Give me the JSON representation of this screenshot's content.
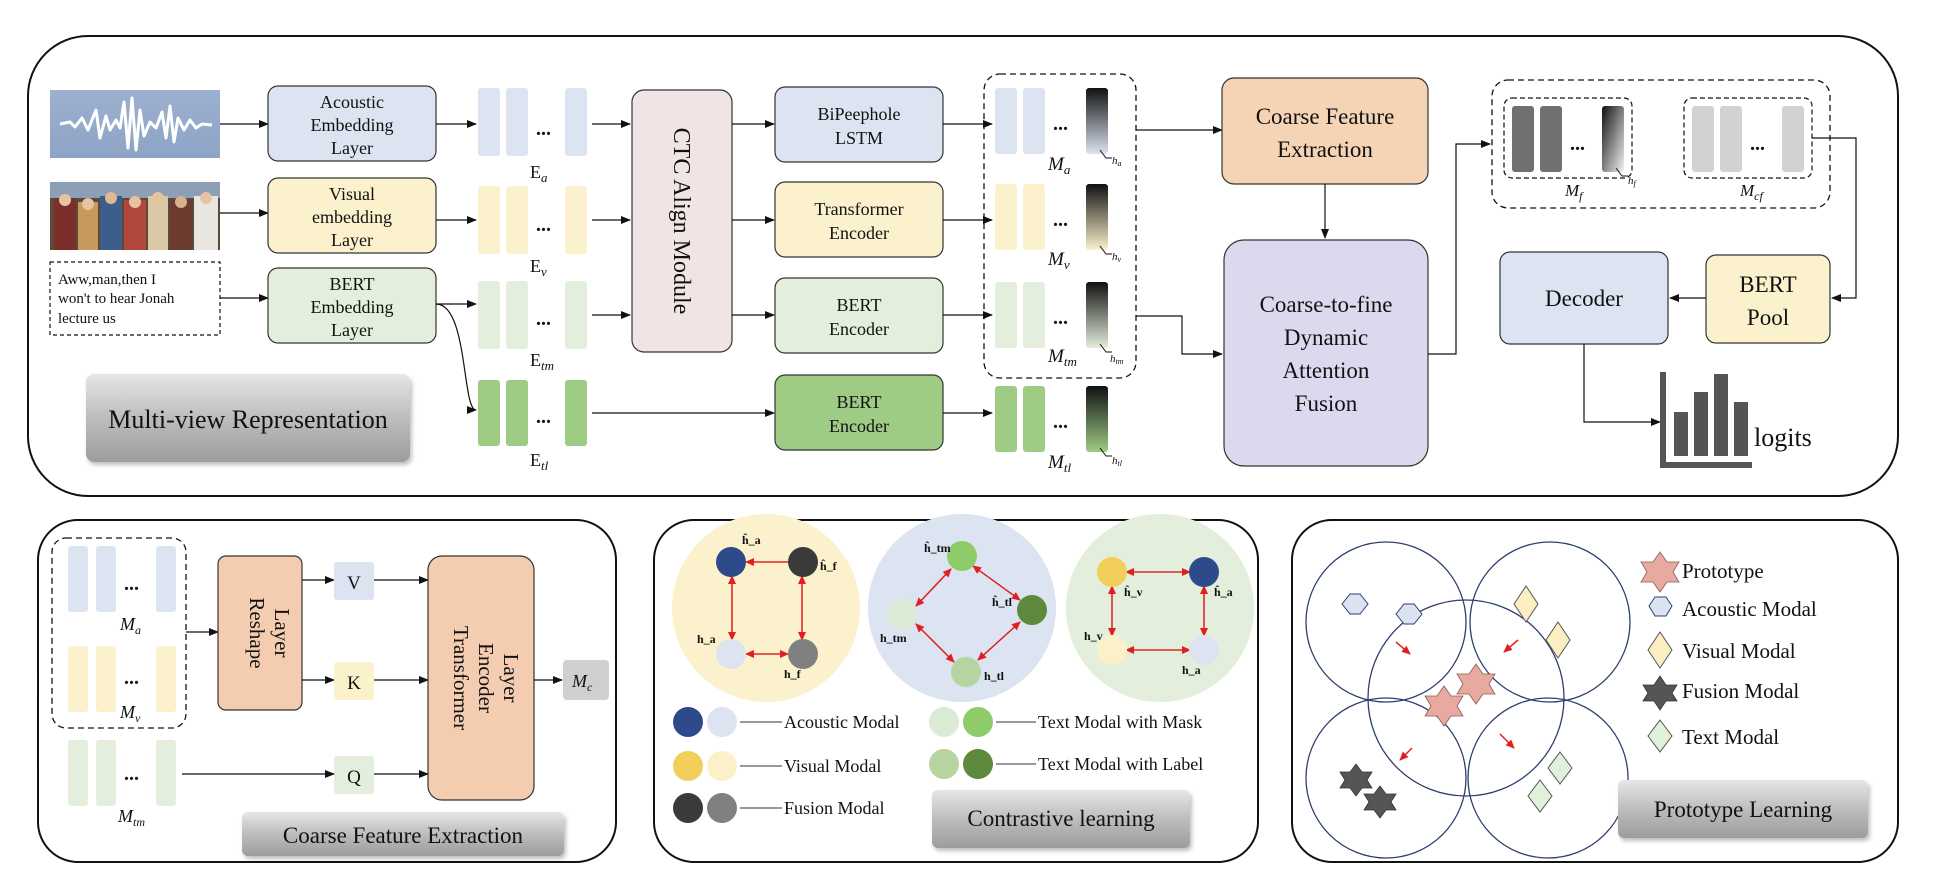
{
  "top": {
    "transcript": [
      "Aww,man,then I",
      "won't to hear Jonah",
      "lecture us"
    ],
    "embeddings": {
      "acoustic": [
        "Acoustic",
        "Embedding",
        "Layer"
      ],
      "visual": [
        "Visual",
        "embedding",
        "Layer"
      ],
      "bert": [
        "BERT",
        "Embedding",
        "Layer"
      ]
    },
    "ctc": "CTC Align Module",
    "encoders": {
      "bilstm": [
        "BiPeephole",
        "LSTM"
      ],
      "transformer": [
        "Transformer",
        "Encoder"
      ],
      "bert1": [
        "BERT",
        "Encoder"
      ],
      "bert2": [
        "BERT",
        "Encoder"
      ]
    },
    "E_labels": {
      "a": {
        "main": "E",
        "sub": "a"
      },
      "v": {
        "main": "E",
        "sub": "v"
      },
      "tm": {
        "main": "E",
        "sub": "tm"
      },
      "tl": {
        "main": "E",
        "sub": "tl"
      }
    },
    "M_labels": {
      "a": {
        "main": "M",
        "sub": "a",
        "h": "h",
        "hsub": "a"
      },
      "v": {
        "main": "M",
        "sub": "v",
        "h": "h",
        "hsub": "v"
      },
      "tm": {
        "main": "M",
        "sub": "tm",
        "h": "h",
        "hsub": "tm"
      },
      "tl": {
        "main": "M",
        "sub": "tl",
        "h": "h",
        "hsub": "tl"
      }
    },
    "ellipsis": "...",
    "coarse": [
      "Coarse Feature",
      "Extraction"
    ],
    "fusion": [
      "Coarse-to-fine",
      "Dynamic",
      "Attention",
      "Fusion"
    ],
    "mf": {
      "main": "M",
      "sub": "f",
      "h": "h",
      "hsub": "f"
    },
    "mcf": {
      "main": "M",
      "sub": "cf"
    },
    "decoder": "Decoder",
    "bertpool": [
      "BERT",
      "Pool"
    ],
    "logits": "logits",
    "section_label": "Multi-view Representation"
  },
  "coarse_panel": {
    "reshape": [
      "Reshape",
      "Layer"
    ],
    "v": "V",
    "k": "K",
    "q": "Q",
    "encoder": [
      "Transformer",
      "Encoder",
      "Layer"
    ],
    "ma": {
      "main": "M",
      "sub": "a"
    },
    "mv": {
      "main": "M",
      "sub": "v"
    },
    "mtm": {
      "main": "M",
      "sub": "tm"
    },
    "mc": {
      "main": "M",
      "sub": "c"
    },
    "ellipsis": "...",
    "section_label": "Coarse Feature Extraction"
  },
  "contrastive": {
    "node_labels": {
      "c1": {
        "tl": "ĥ_a",
        "tr": "ĥ_f",
        "bl": "h_a",
        "br": "h_f"
      },
      "c2": {
        "top": "ĥ_tm",
        "right": "ĥ_tl",
        "left": "h_tm",
        "bottom": "h_tl"
      },
      "c3": {
        "tl": "ĥ_v",
        "tr": "ĥ_a",
        "bl": "h_v",
        "br": "h_a"
      }
    },
    "legend": [
      {
        "label": "Acoustic Modal",
        "colors": [
          "#2d4a8a",
          "#dde3f0"
        ]
      },
      {
        "label": "Visual Modal",
        "colors": [
          "#f2cf5b",
          "#fbf0c9"
        ]
      },
      {
        "label": "Fusion Modal",
        "colors": [
          "#3a3a3a",
          "#808080"
        ]
      },
      {
        "label": "Text Modal with Mask",
        "colors": [
          "#dcebd3",
          "#8ecc6a"
        ]
      },
      {
        "label": "Text Modal with Label",
        "colors": [
          "#b5d49f",
          "#5d8a3c"
        ]
      }
    ],
    "section_label": "Contrastive learning"
  },
  "prototype": {
    "legend": [
      {
        "label": "Prototype",
        "shape": "star6",
        "color": "#e8a9a1"
      },
      {
        "label": "Acoustic Modal",
        "shape": "hexagon",
        "color": "#dbe3f1"
      },
      {
        "label": "Visual Modal",
        "shape": "diamond",
        "color": "#fbeec2"
      },
      {
        "label": "Fusion Modal",
        "shape": "star6",
        "color": "#555555"
      },
      {
        "label": "Text Modal",
        "shape": "diamond",
        "color": "#e0f0da"
      }
    ],
    "section_label": "Prototype Learning"
  },
  "colors": {
    "acoustic": "#dce3f1",
    "visual": "#fcf1cd",
    "text": "#e3efdc",
    "textDark": "#9fcc85",
    "ctc": "#f1e4e4",
    "coarse": "#f5d3b5",
    "fusion": "#dcd9ee",
    "reshape": "#f4cdb1",
    "gray": "#cfcfcf"
  }
}
